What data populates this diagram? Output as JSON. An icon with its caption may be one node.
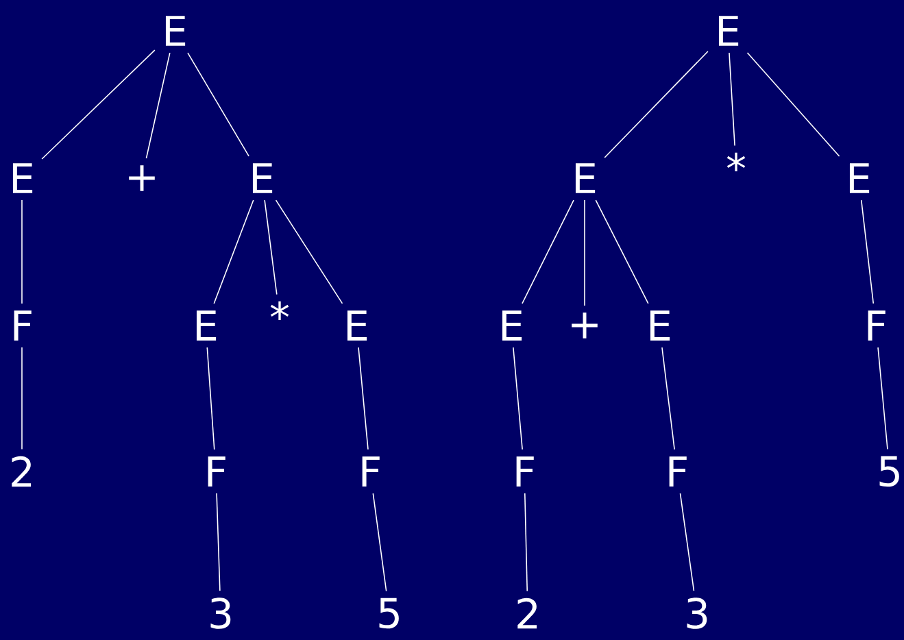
{
  "diagram": {
    "nodes": [
      {
        "text": [
          "E"
        ]
      },
      {
        "text": [
          "E"
        ]
      },
      {
        "text": [
          "+"
        ]
      },
      {
        "text": [
          "E"
        ]
      },
      {
        "text": [
          "F"
        ]
      },
      {
        "text": [
          "2"
        ]
      },
      {
        "text": [
          "E"
        ]
      },
      {
        "text": [
          "*"
        ]
      },
      {
        "text": [
          "E"
        ]
      },
      {
        "text": [
          "F"
        ]
      },
      {
        "text": [
          "F"
        ]
      },
      {
        "text": [
          "3"
        ]
      },
      {
        "text": [
          "5"
        ]
      },
      {
        "text": [
          "E"
        ]
      },
      {
        "text": [
          "E"
        ]
      },
      {
        "text": [
          "*"
        ]
      },
      {
        "text": [
          "E"
        ]
      },
      {
        "text": [
          "E"
        ]
      },
      {
        "text": [
          "+"
        ]
      },
      {
        "text": [
          "E"
        ]
      },
      {
        "text": [
          "F"
        ]
      },
      {
        "text": [
          "F"
        ]
      },
      {
        "text": [
          "F"
        ]
      },
      {
        "text": [
          "2"
        ]
      },
      {
        "text": [
          "3"
        ]
      },
      {
        "text": [
          "5"
        ]
      }
    ],
    "edges": [
      {
        "from": 0,
        "to": 1,
        "arrow": "none"
      },
      {
        "from": 0,
        "to": 2,
        "arrow": "none"
      },
      {
        "from": 0,
        "to": 3,
        "arrow": "none"
      },
      {
        "from": 1,
        "to": 4,
        "arrow": "none"
      },
      {
        "from": 4,
        "to": 5,
        "arrow": "none"
      },
      {
        "from": 3,
        "to": 6,
        "arrow": "none"
      },
      {
        "from": 3,
        "to": 7,
        "arrow": "none"
      },
      {
        "from": 3,
        "to": 8,
        "arrow": "none"
      },
      {
        "from": 6,
        "to": 9,
        "arrow": "none"
      },
      {
        "from": 8,
        "to": 10,
        "arrow": "none"
      },
      {
        "from": 9,
        "to": 11,
        "arrow": "none"
      },
      {
        "from": 10,
        "to": 12,
        "arrow": "none"
      },
      {
        "from": 13,
        "to": 14,
        "arrow": "none"
      },
      {
        "from": 13,
        "to": 15,
        "arrow": "none"
      },
      {
        "from": 13,
        "to": 16,
        "arrow": "none"
      },
      {
        "from": 14,
        "to": 17,
        "arrow": "none"
      },
      {
        "from": 14,
        "to": 18,
        "arrow": "none"
      },
      {
        "from": 14,
        "to": 19,
        "arrow": "none"
      },
      {
        "from": 16,
        "to": 20,
        "arrow": "none"
      },
      {
        "from": 17,
        "to": 21,
        "arrow": "none"
      },
      {
        "from": 19,
        "to": 22,
        "arrow": "none"
      },
      {
        "from": 21,
        "to": 23,
        "arrow": "none"
      },
      {
        "from": 22,
        "to": 24,
        "arrow": "none"
      },
      {
        "from": 20,
        "to": 25,
        "arrow": "none"
      }
    ]
  }
}
